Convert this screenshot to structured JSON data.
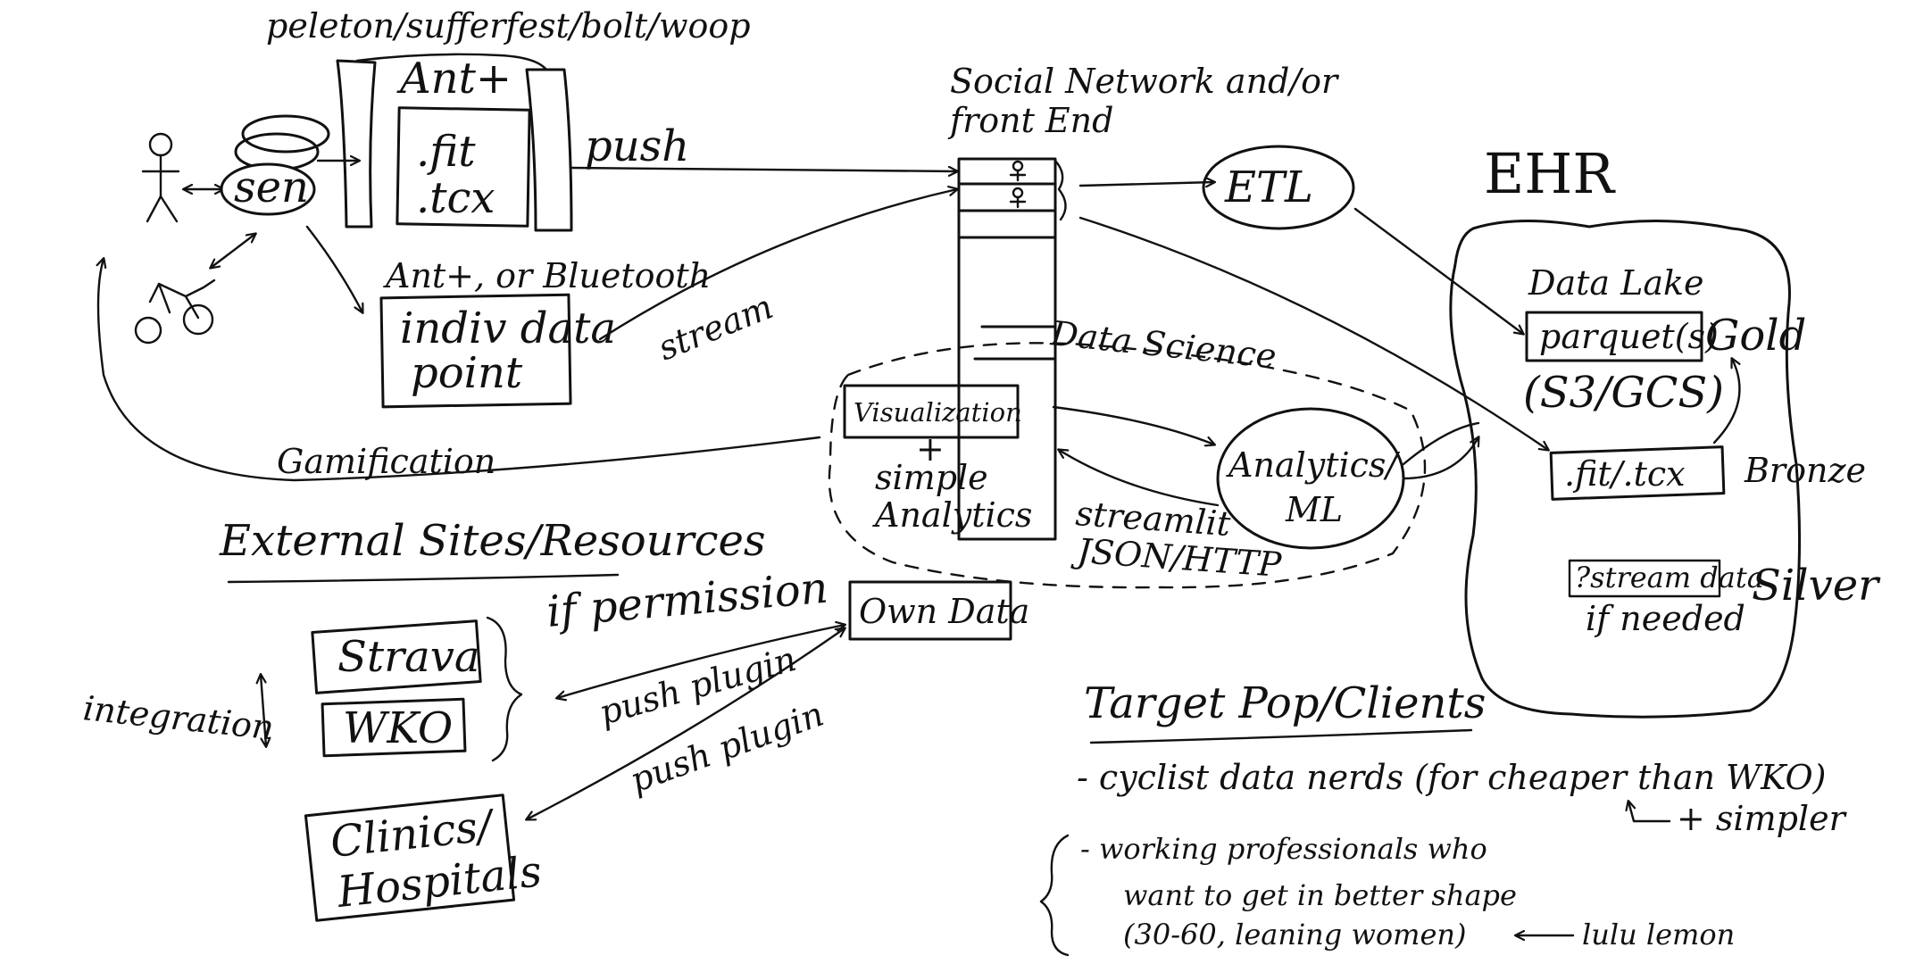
{
  "labels": {
    "brands": "peleton/sufferfest/bolt/woop",
    "ant_plus": "Ant+",
    "fit": ".fit",
    "tcx": ".tcx",
    "push": "push",
    "sen": "sen",
    "ant_bluetooth": "Ant+, or Bluetooth",
    "indiv_data": "indiv data",
    "point": "point",
    "stream": "stream",
    "social_network": "Social Network and/or",
    "front_end": "front End",
    "etl": "ETL",
    "ehr": "EHR",
    "data_lake": "Data Lake",
    "parquet": "parquet(s)",
    "gold": "Gold",
    "s3_gcs": "(S3/GCS)",
    "fit_tcx": ".fit/.tcx",
    "bronze": "Bronze",
    "stream_data": "?stream data",
    "silver": "Silver",
    "if_needed": "if needed",
    "data_science": "Data Science",
    "visualization": "Visualization",
    "plus_sign": "+",
    "simple": "simple",
    "analytics": "Analytics",
    "analytics_ml_1": "Analytics/",
    "analytics_ml_2": "ML",
    "streamlit": "streamlit",
    "json_http": "JSON/HTTP",
    "gamification": "Gamification",
    "external_sites": "External Sites/Resources",
    "if_permission": "if permission",
    "own_data": "Own Data",
    "strava": "Strava",
    "wko": "WKO",
    "integration": "integration",
    "push_plugin_1": "push plugin",
    "push_plugin_2": "push plugin",
    "clinics": "Clinics/",
    "hospitals": "Hospitals"
  },
  "target": {
    "title": "Target Pop/Clients",
    "line1": "- cyclist data nerds (for cheaper than WKO)",
    "line1_note": "+ simpler",
    "line2a": "- working professionals who",
    "line2b": "want to get in better shape",
    "line2c": "(30-60, leaning women)",
    "line2c_note": "lulu lemon"
  }
}
